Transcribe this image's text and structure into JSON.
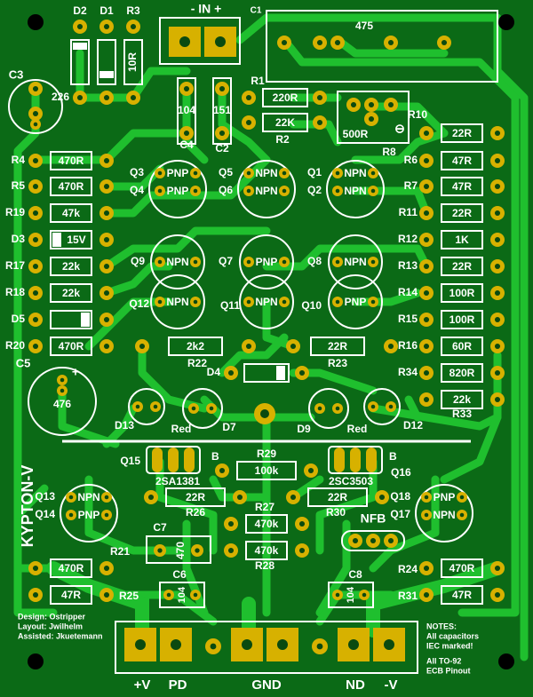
{
  "board": {
    "title": "KYPTON-V",
    "credits": [
      "Design: Ostripper",
      "Layout: Jwilhelm",
      "Assisted: Jkuetemann"
    ],
    "notes": [
      "NOTES:",
      "All capacitors",
      "IEC marked!",
      "All TO-92",
      "ECB Pinout"
    ],
    "connector_labels": {
      "in": "-  IN  +",
      "vplus": "+V",
      "pd": "PD",
      "gnd": "GND",
      "nd": "ND",
      "vminus": "-V",
      "nfb": "NFB"
    }
  },
  "resistors": {
    "R4": "470R",
    "R5": "470R",
    "R19": "47k",
    "R17": "22k",
    "R18": "22k",
    "R20": "470R",
    "R1": "220R",
    "R2": "22K",
    "R3": "10R",
    "R10": "22R",
    "R6": "47R",
    "R7": "47R",
    "R11": "22R",
    "R12": "1K",
    "R13": "22R",
    "R14": "100R",
    "R15": "100R",
    "R16": "60R",
    "R34": "820R",
    "R33": "22k",
    "R22": "2k2",
    "R23": "22R",
    "R29": "100k",
    "R26": "22R",
    "R30": "22R",
    "R27": "470k",
    "R28": "470k",
    "R21": "470R",
    "R25": "47R",
    "R24": "470R",
    "R31": "47R",
    "R8": "500R"
  },
  "diodes": {
    "D3": "15V",
    "D5": "",
    "D1": "",
    "D2": "",
    "D4": ""
  },
  "capacitors": {
    "C3": "226",
    "C4": "104",
    "C2": "151",
    "C1": "475",
    "C5": "476",
    "C7": "470",
    "C6": "104",
    "C8": "104"
  },
  "transistors": {
    "pnp": "PNP",
    "npn": "NPN",
    "Q15": "2SA1381",
    "Q16": "2SC3503",
    "led": "Red"
  },
  "designators": {
    "D2": "D2",
    "D1": "D1",
    "R3": "R3",
    "C1": "C1",
    "C3": "C3",
    "R1": "R1",
    "R2": "R2",
    "R10": "R10",
    "R8": "R8",
    "C4": "C4",
    "C2": "C2",
    "R4": "R4",
    "R5": "R5",
    "R19": "R19",
    "D3": "D3",
    "R17": "R17",
    "R18": "R18",
    "D5": "D5",
    "R20": "R20",
    "R6": "R6",
    "R7": "R7",
    "R11": "R11",
    "R12": "R12",
    "R13": "R13",
    "R14": "R14",
    "R15": "R15",
    "R16": "R16",
    "R34": "R34",
    "R33": "R33",
    "Q3": "Q3",
    "Q4": "Q4",
    "Q5": "Q5",
    "Q6": "Q6",
    "Q1": "Q1",
    "Q2": "Q2",
    "Q9": "Q9",
    "Q7": "Q7",
    "Q8": "Q8",
    "Q12": "Q12",
    "Q11": "Q11",
    "Q10": "Q10",
    "R22": "R22",
    "R23": "R23",
    "D4": "D4",
    "C5": "C5",
    "D13": "D13",
    "D7": "D7",
    "D9": "D9",
    "D12": "D12",
    "Q15": "Q15",
    "Q16": "Q16",
    "R29": "R29",
    "R26": "R26",
    "R30": "R30",
    "R27": "R27",
    "R28": "R28",
    "C7": "C7",
    "Q13": "Q13",
    "Q14": "Q14",
    "Q18": "Q18",
    "Q17": "Q17",
    "R21": "R21",
    "R25": "R25",
    "C6": "C6",
    "C8": "C8",
    "R24": "R24",
    "R31": "R31",
    "B": "B"
  },
  "colors": {
    "board": "#0b6a16",
    "copper": "#19b62a",
    "pad": "#d7b100",
    "silk": "#ffffff",
    "hole": "#000000"
  }
}
